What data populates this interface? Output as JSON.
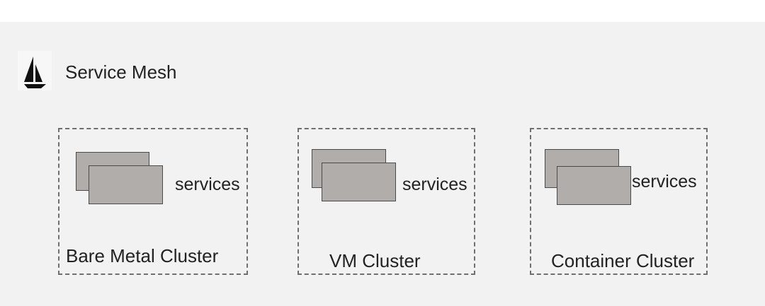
{
  "mesh": {
    "title": "Service Mesh",
    "logo_icon": "sailboat-icon"
  },
  "clusters": [
    {
      "name": "Bare Metal Cluster",
      "services_label": "services"
    },
    {
      "name": "VM Cluster",
      "services_label": "services"
    },
    {
      "name": "Container Cluster",
      "services_label": "services"
    }
  ],
  "colors": {
    "panel_background": "#f2f2f2",
    "card_fill": "#b0adab",
    "card_border": "#4a4a4a",
    "dashed_border": "#6f6f6f"
  }
}
